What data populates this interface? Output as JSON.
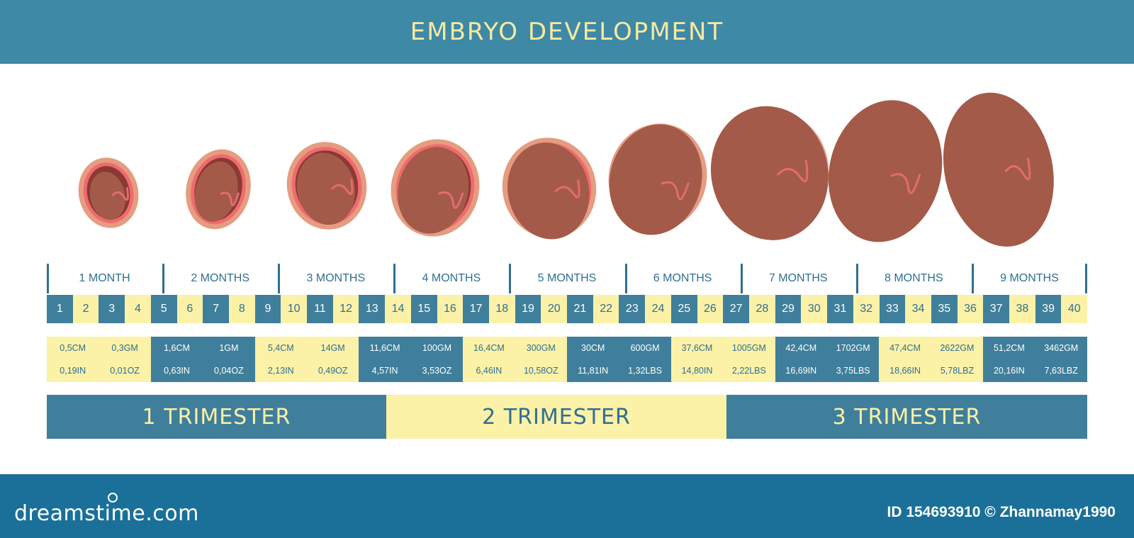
{
  "header": {
    "title": "EMBRYO DEVELOPMENT"
  },
  "months": [
    "1 MONTH",
    "2 MONTHS",
    "3 MONTHS",
    "4 MONTHS",
    "5 MONTHS",
    "6 MONTHS",
    "7 MONTHS",
    "8 MONTHS",
    "9 MONTHS"
  ],
  "weeks": [
    "1",
    "2",
    "3",
    "4",
    "5",
    "6",
    "7",
    "8",
    "9",
    "10",
    "11",
    "12",
    "13",
    "14",
    "15",
    "16",
    "17",
    "18",
    "19",
    "20",
    "21",
    "22",
    "23",
    "24",
    "25",
    "26",
    "27",
    "28",
    "29",
    "30",
    "31",
    "32",
    "33",
    "34",
    "35",
    "36",
    "37",
    "38",
    "39",
    "40"
  ],
  "stats": [
    {
      "length_cm": "0,5CM",
      "weight_gm": "0,3GM",
      "length_in": "0,19IN",
      "weight_oz": "0,01OZ"
    },
    {
      "length_cm": "1,6CM",
      "weight_gm": "1GM",
      "length_in": "0,63IN",
      "weight_oz": "0,04OZ"
    },
    {
      "length_cm": "5,4CM",
      "weight_gm": "14GM",
      "length_in": "2,13IN",
      "weight_oz": "0,49OZ"
    },
    {
      "length_cm": "11,6CM",
      "weight_gm": "100GM",
      "length_in": "4,57IN",
      "weight_oz": "3,53OZ"
    },
    {
      "length_cm": "16,4CM",
      "weight_gm": "300GM",
      "length_in": "6,46IN",
      "weight_oz": "10,58OZ"
    },
    {
      "length_cm": "30CM",
      "weight_gm": "600GM",
      "length_in": "11,81IN",
      "weight_oz": "1,32LBS"
    },
    {
      "length_cm": "37,6CM",
      "weight_gm": "1005GM",
      "length_in": "14,80IN",
      "weight_oz": "2,22LBS"
    },
    {
      "length_cm": "42,4CM",
      "weight_gm": "1702GM",
      "length_in": "16,69IN",
      "weight_oz": "3,75LBS"
    },
    {
      "length_cm": "47,4CM",
      "weight_gm": "2622GM",
      "length_in": "18,66IN",
      "weight_oz": "5,78LBZ"
    },
    {
      "length_cm": "51,2CM",
      "weight_gm": "3462GM",
      "length_in": "20,16IN",
      "weight_oz": "7,63LBZ"
    }
  ],
  "trimesters": [
    "1 TRIMESTER",
    "2 TRIMESTER",
    "3 TRIMESTER"
  ],
  "footer": {
    "brand": "dreamstime.com",
    "credit": "ID 154693910 © Zhannamay1990"
  },
  "colors": {
    "blue": "#3e89a6",
    "dark_blue": "#1a7099",
    "yellow": "#fbf1a7",
    "text_blue": "#2f6f92"
  }
}
